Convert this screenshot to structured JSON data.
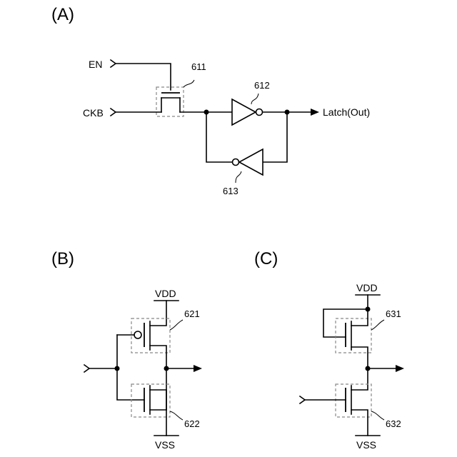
{
  "panels": {
    "a": {
      "label": "(A)",
      "en": "EN",
      "ckb": "CKB",
      "out": "Latch(Out)",
      "ref_switch": "611",
      "ref_inv_fwd": "612",
      "ref_inv_back": "613"
    },
    "b": {
      "label": "(B)",
      "vdd": "VDD",
      "vss": "VSS",
      "ref_p": "621",
      "ref_n": "622"
    },
    "c": {
      "label": "(C)",
      "vdd": "VDD",
      "vss": "VSS",
      "ref_top": "631",
      "ref_bottom": "632"
    }
  }
}
